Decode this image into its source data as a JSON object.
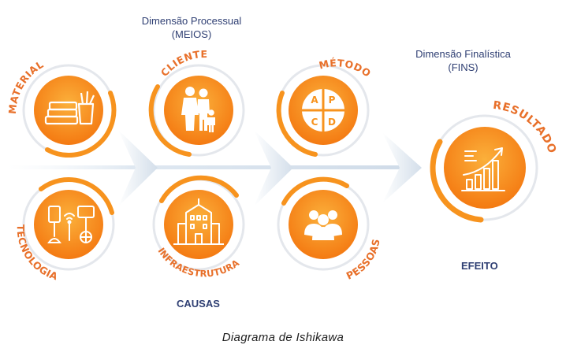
{
  "headers": {
    "processual": {
      "line1": "Dimensão Processual",
      "line2": "(MEIOS)"
    },
    "finalistica": {
      "line1": "Dimensão Finalística",
      "line2": "(FINS)"
    }
  },
  "causes": {
    "material": "MATERIAL",
    "tecnologia": "TECNOLOGIA",
    "cliente": "CLIENTE",
    "infraestrutura": "INFRAESTRUTURA",
    "metodo": "MÉTODO",
    "pessoas": "PESSOAS"
  },
  "effect": "RESULTADO",
  "pdca": {
    "a": "A",
    "p": "P",
    "c": "C",
    "d": "D"
  },
  "labels": {
    "causas": "CAUSAS",
    "efeito": "EFEITO"
  },
  "caption": "Diagrama de Ishikawa",
  "colors": {
    "orange": "#f7931e",
    "orange_light": "#fbb03b",
    "label": "#e8702a",
    "navy": "#2f3f73",
    "arrow": "#dbe4ee"
  }
}
